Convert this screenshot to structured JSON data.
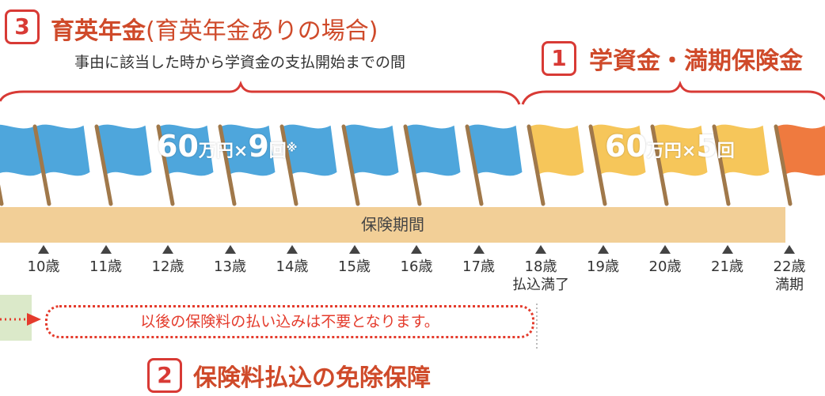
{
  "section3": {
    "number": "3",
    "title": "育英年金",
    "title_paren": "(育英年金ありの場合)",
    "description": "事由に該当した時から学資金の支払開始までの間",
    "amount_main": "60",
    "amount_unit": "万円×",
    "amount_count": "9",
    "amount_count_unit": "回",
    "amount_note": "※"
  },
  "section1": {
    "number": "1",
    "title": "学資金・満期保険金",
    "amount_main": "60",
    "amount_unit": "万円×",
    "amount_count": "5",
    "amount_count_unit": "回"
  },
  "period_bar": {
    "label": "保険期間"
  },
  "ages": [
    {
      "label": "10歳",
      "sub": ""
    },
    {
      "label": "11歳",
      "sub": ""
    },
    {
      "label": "12歳",
      "sub": ""
    },
    {
      "label": "13歳",
      "sub": ""
    },
    {
      "label": "14歳",
      "sub": ""
    },
    {
      "label": "15歳",
      "sub": ""
    },
    {
      "label": "16歳",
      "sub": ""
    },
    {
      "label": "17歳",
      "sub": ""
    },
    {
      "label": "18歳",
      "sub": "払込満了"
    },
    {
      "label": "19歳",
      "sub": ""
    },
    {
      "label": "20歳",
      "sub": ""
    },
    {
      "label": "21歳",
      "sub": ""
    },
    {
      "label": "22歳",
      "sub": "満期"
    }
  ],
  "waiver_note": "以後の保険料の払い込みは不要となります。",
  "section2": {
    "number": "2",
    "title": "保険料払込の免除保障"
  },
  "colors": {
    "accent_red": "#d83a35",
    "heading_orange": "#cf4a2a",
    "flag_blue": "#4ea6dc",
    "flag_yellow": "#f6c65a",
    "flag_orange": "#ef7a3f",
    "period_bar": "#f2cf97"
  }
}
